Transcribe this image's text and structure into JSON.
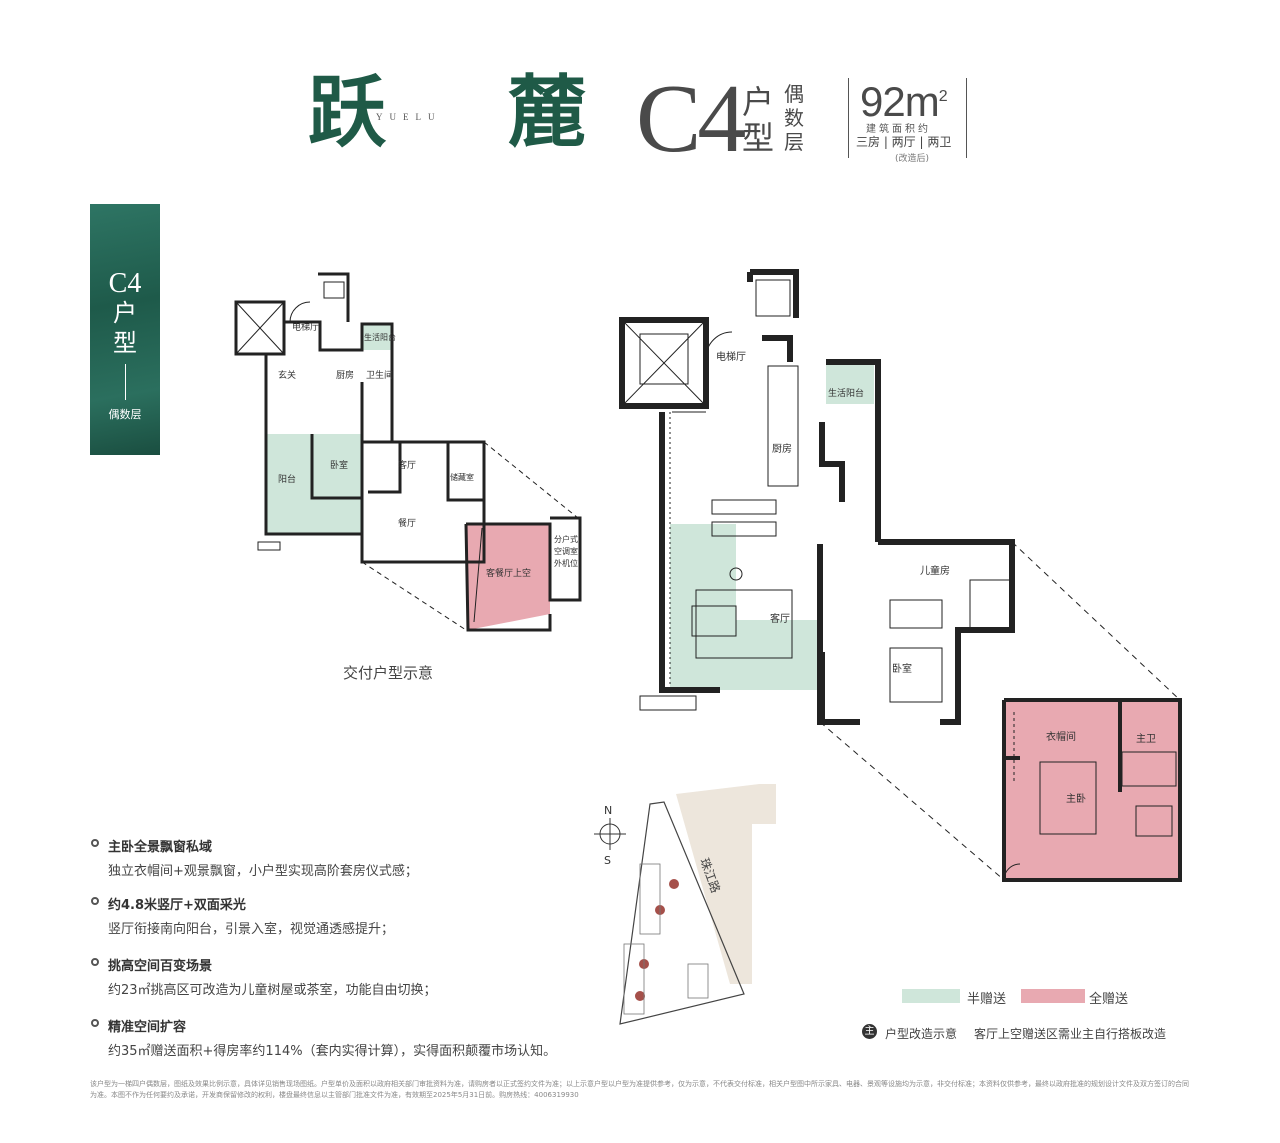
{
  "header": {
    "brand_char1": "跃",
    "brand_char2": "麓",
    "brand_sub": "YUELU",
    "unit_code": "C4",
    "unit_type": "户型",
    "floor_type": "偶数层",
    "area_value": "92m",
    "area_sup": "2",
    "area_label": "建筑面积约",
    "rooms": "三房 | 两厅 | 两卫",
    "remodel": "(改造后)"
  },
  "side_tag": {
    "code": "C4",
    "t1": "户",
    "t2": "型",
    "floor": "偶数层"
  },
  "delivered_plan": {
    "caption": "交付户型示意",
    "rooms": {
      "elevator": "电梯厅",
      "utility_balcony": "生活阳台",
      "entrance": "玄关",
      "kitchen": "厨房",
      "bathroom": "卫生间",
      "balcony": "阳台",
      "bedroom": "卧室",
      "living": "客厅",
      "storage": "储藏室",
      "dining": "餐厅",
      "void": "客餐厅上空",
      "ac_line1": "分户式",
      "ac_line2": "空调室",
      "ac_line3": "外机位"
    }
  },
  "main_plan": {
    "rooms": {
      "elevator": "电梯厅",
      "utility_balcony": "生活阳台",
      "kitchen": "厨房",
      "kids_room": "儿童房",
      "living": "客厅",
      "bedroom": "卧室",
      "closet": "衣帽间",
      "master_bath": "主卫",
      "master_bedroom": "主卧"
    }
  },
  "site_map": {
    "road": "珠江路",
    "north": "N",
    "south": "S"
  },
  "features": [
    {
      "title": "主卧全景飘窗私域",
      "desc": "独立衣帽间+观景飘窗，小户型实现高阶套房仪式感；"
    },
    {
      "title": "约4.8米竖厅+双面采光",
      "desc": "竖厅衔接南向阳台，引景入室，视觉通透感提升；"
    },
    {
      "title": "挑高空间百变场景",
      "desc": "约23㎡挑高区可改造为儿童树屋或茶室，功能自由切换；"
    },
    {
      "title": "精准空间扩容",
      "desc": "约35㎡赠送面积+得房率约114%（套内实得计算），实得面积颠覆市场认知。"
    }
  ],
  "legend": {
    "half_gift": "半赠送",
    "full_gift": "全赠送",
    "half_color": "#cfe6da",
    "full_color": "#e8a9b1",
    "note_icon": "主",
    "note1": "户型改造示意",
    "note2": "客厅上空赠送区需业主自行搭板改造"
  },
  "disclaimer": "该户型为一梯四户偶数层，图纸及效果比例示意，具体详见销售现场图纸。户型单价及面积以政府相关部门审批资料为准，请购房者以正式签约文件为准；以上示意户型以户型为准提供参考，仅为示意，不代表交付标准，相关户型图中所示家具、电器、景观等设施均为示意，非交付标准；本资料仅供参考，最终以政府批准的规划设计文件及双方签订的合同为准。本图不作为任何要约及承诺，开发商保留修改的权利，楼盘最终信息以主管部门批准文件为准，有效期至2025年5月31日前。购房热线：4006319930"
}
